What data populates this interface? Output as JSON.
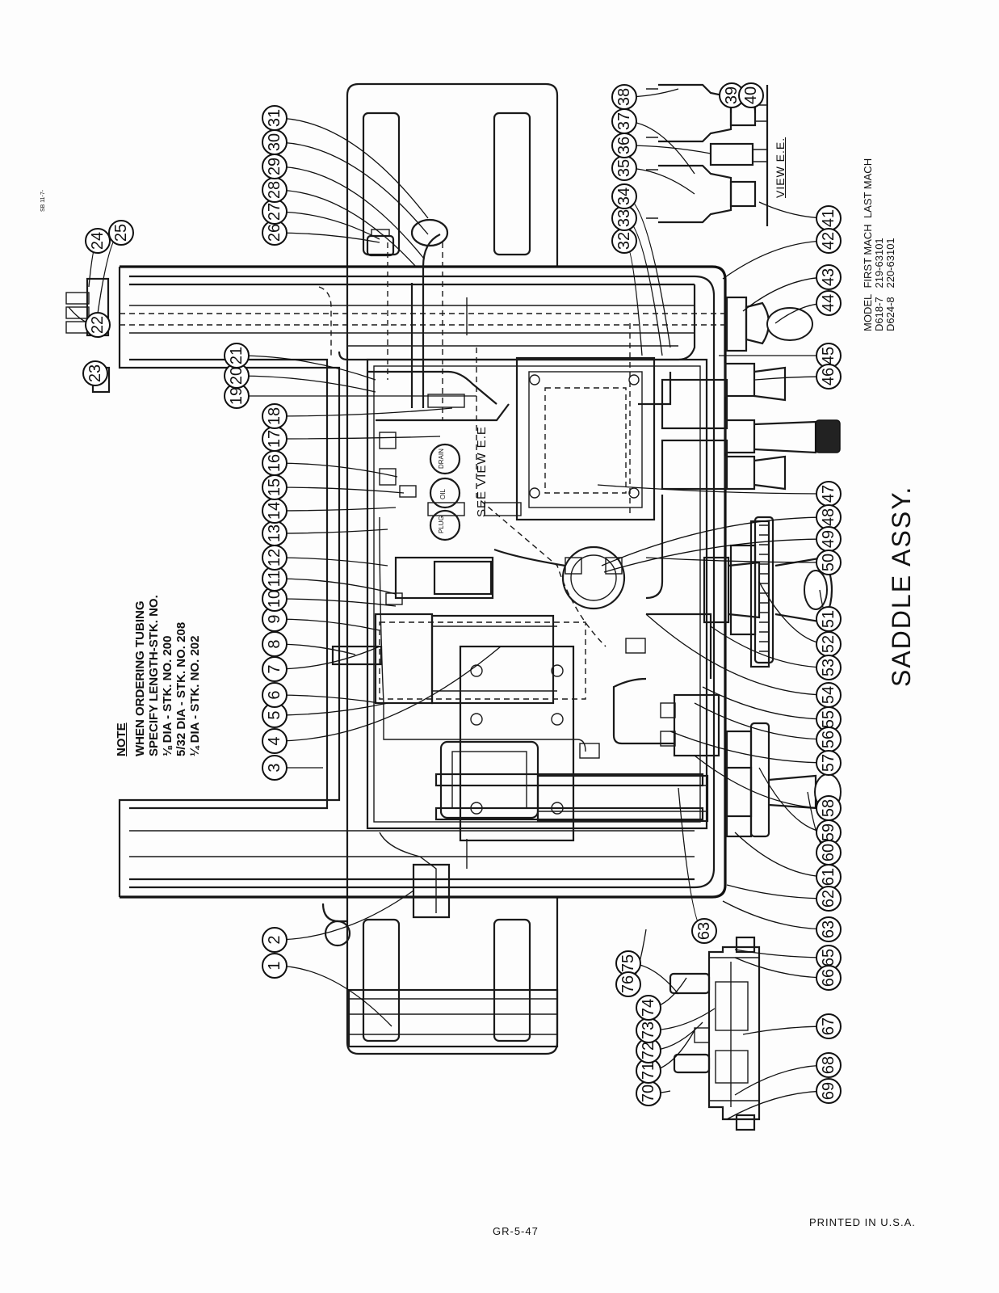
{
  "title": "SADDLE ASSY.",
  "note": {
    "heading": "NOTE",
    "lines": [
      "WHEN ORDERING TUBING",
      "SPECIFY LENGTH-STK. NO.",
      "⅛ DIA - STK. NO. 200",
      "5/32 DIA - STK. NO. 208",
      "¼ DIA - STK. NO. 202"
    ]
  },
  "model_table": {
    "headers": [
      "MODEL",
      "FIRST MACH",
      "LAST MACH"
    ],
    "rows": [
      [
        "D618-7",
        "219-63101",
        ""
      ],
      [
        "D624-8",
        "220-63101",
        ""
      ]
    ]
  },
  "labels": {
    "view_ee": "VIEW  E.E.",
    "see_view_ee": "SEE VIEW E.E",
    "drain_plug": "DRAIN",
    "oil_plug": "OIL",
    "plug_3": "PLUG"
  },
  "footer": {
    "code": "GR-5-47",
    "printed": "PRINTED  IN  U.S.A."
  },
  "margin_mark": "SB 11-7-",
  "callouts": [
    "1",
    "2",
    "3",
    "4",
    "5",
    "6",
    "7",
    "8",
    "9",
    "10",
    "11",
    "12",
    "13",
    "14",
    "15",
    "16",
    "17",
    "18",
    "19",
    "20",
    "21",
    "22",
    "23",
    "24",
    "25",
    "26",
    "27",
    "28",
    "29",
    "30",
    "31",
    "32",
    "33",
    "34",
    "35",
    "36",
    "37",
    "38",
    "39",
    "40",
    "41",
    "42",
    "43",
    "44",
    "45",
    "46",
    "47",
    "48",
    "49",
    "50",
    "51",
    "52",
    "53",
    "54",
    "55",
    "56",
    "57",
    "58",
    "59",
    "60",
    "61",
    "62",
    "63",
    "63",
    "65",
    "66",
    "67",
    "68",
    "69",
    "70",
    "71",
    "72",
    "73",
    "74",
    "75",
    "76"
  ]
}
